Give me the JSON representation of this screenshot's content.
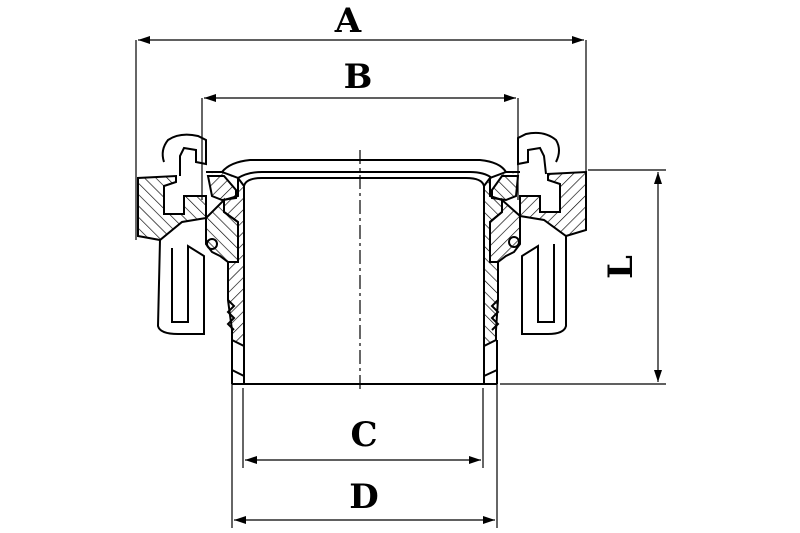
{
  "labels": {
    "A": "A",
    "B": "B",
    "C": "C",
    "D": "D",
    "L": "L"
  },
  "colors": {
    "ink": "#000000",
    "paper": "#ffffff"
  }
}
